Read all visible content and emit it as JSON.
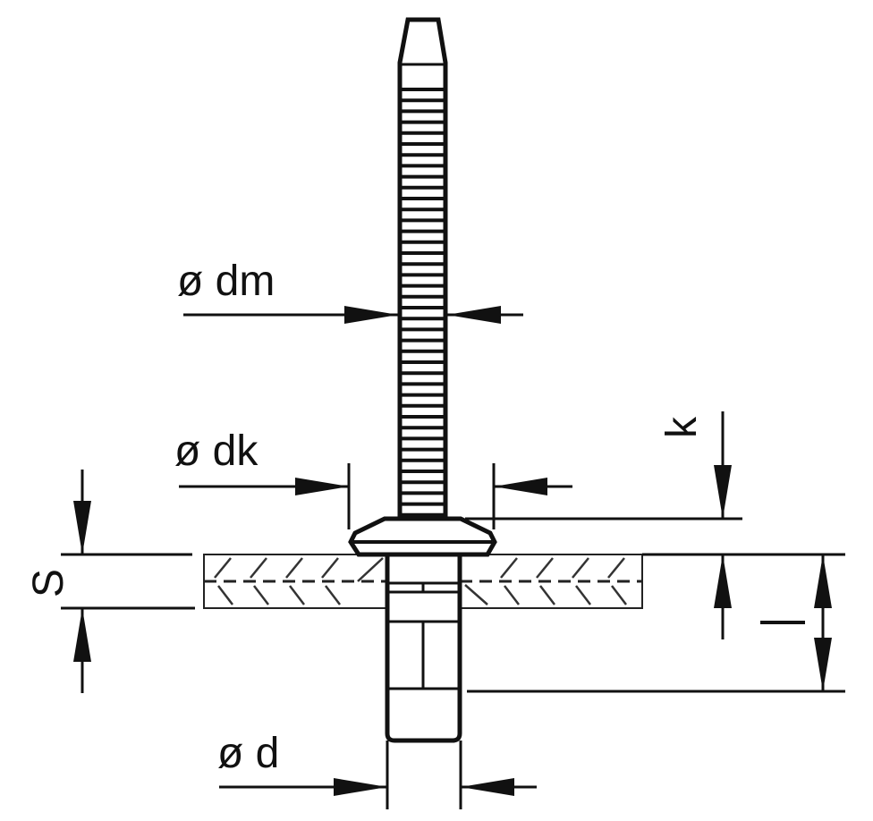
{
  "diagram": {
    "labels": {
      "dm": "ø dm",
      "dk": "ø dk",
      "k": "k",
      "s": "S",
      "l": "l",
      "d": "ø d"
    },
    "line_color": "#111111",
    "background": "#ffffff"
  }
}
